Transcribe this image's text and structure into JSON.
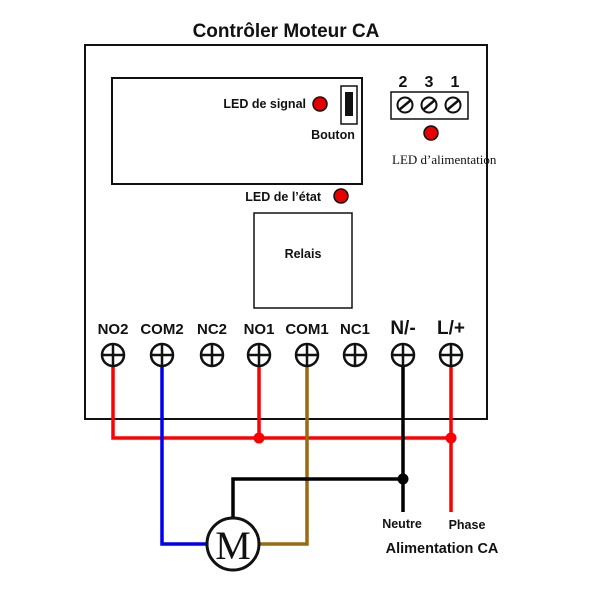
{
  "title": "Contrôler Moteur CA",
  "labels": {
    "signal_led": "LED de signal",
    "button": "Bouton",
    "status_led": "LED de l’état",
    "relay": "Relais",
    "power_led": "LED d’alimentation",
    "neutral": "Neutre",
    "phase": "Phase",
    "power_supply": "Alimentation CA",
    "motor": "M"
  },
  "top_terminals": [
    "2",
    "3",
    "1"
  ],
  "bottom_terminals": [
    "NO2",
    "COM2",
    "NC2",
    "NO1",
    "COM1",
    "NC1",
    "N/-",
    "L/+"
  ],
  "colors": {
    "led": "#e60000",
    "red_wire": "#ff0000",
    "blue_wire": "#0000ee",
    "brown_wire": "#9a6a10",
    "black_wire": "#000000"
  }
}
